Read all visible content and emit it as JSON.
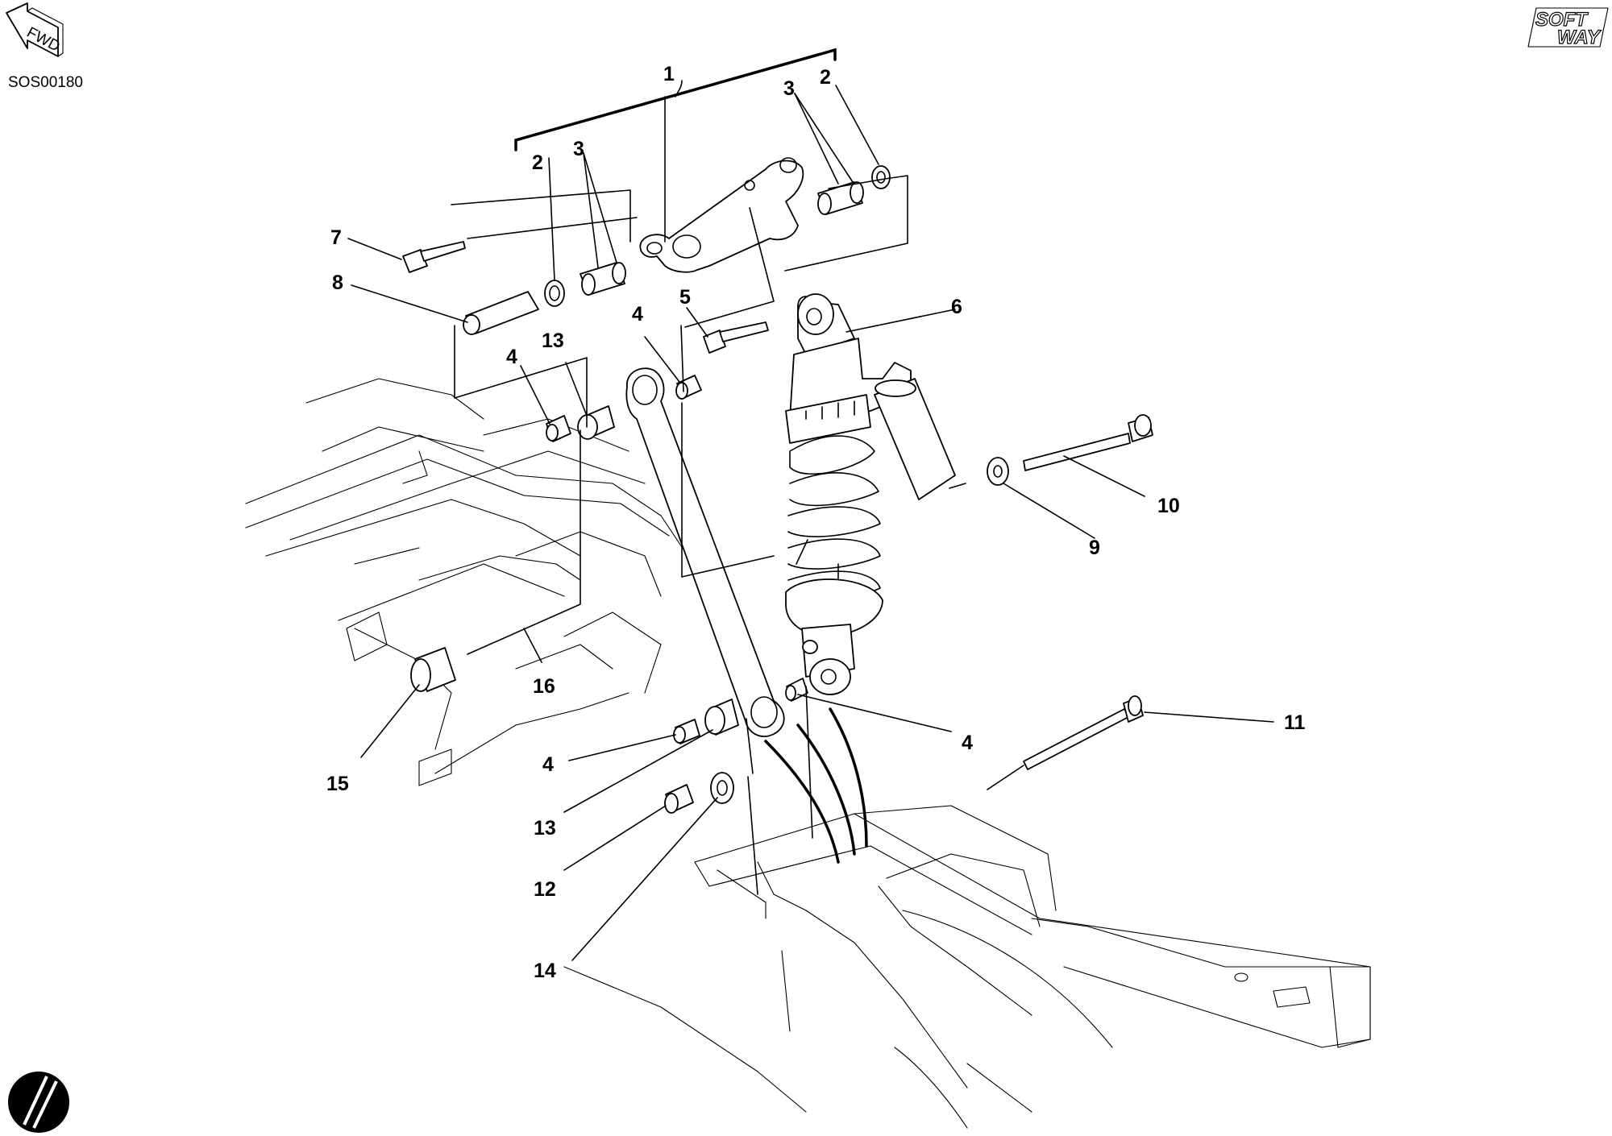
{
  "header": {
    "diagram_code": "SOS00180",
    "fwd_label": "FWD",
    "brand_top": "SOFT",
    "brand_bottom": "WAY"
  },
  "callouts": {
    "c1": "1",
    "c2a": "2",
    "c2b": "2",
    "c3a": "3",
    "c3b": "3",
    "c4a": "4",
    "c4b": "4",
    "c4c": "4",
    "c4d": "4",
    "c5": "5",
    "c6": "6",
    "c7": "7",
    "c8": "8",
    "c9": "9",
    "c10": "10",
    "c11": "11",
    "c12": "12",
    "c13a": "13",
    "c13b": "13",
    "c14": "14",
    "c15": "15",
    "c16": "16"
  }
}
